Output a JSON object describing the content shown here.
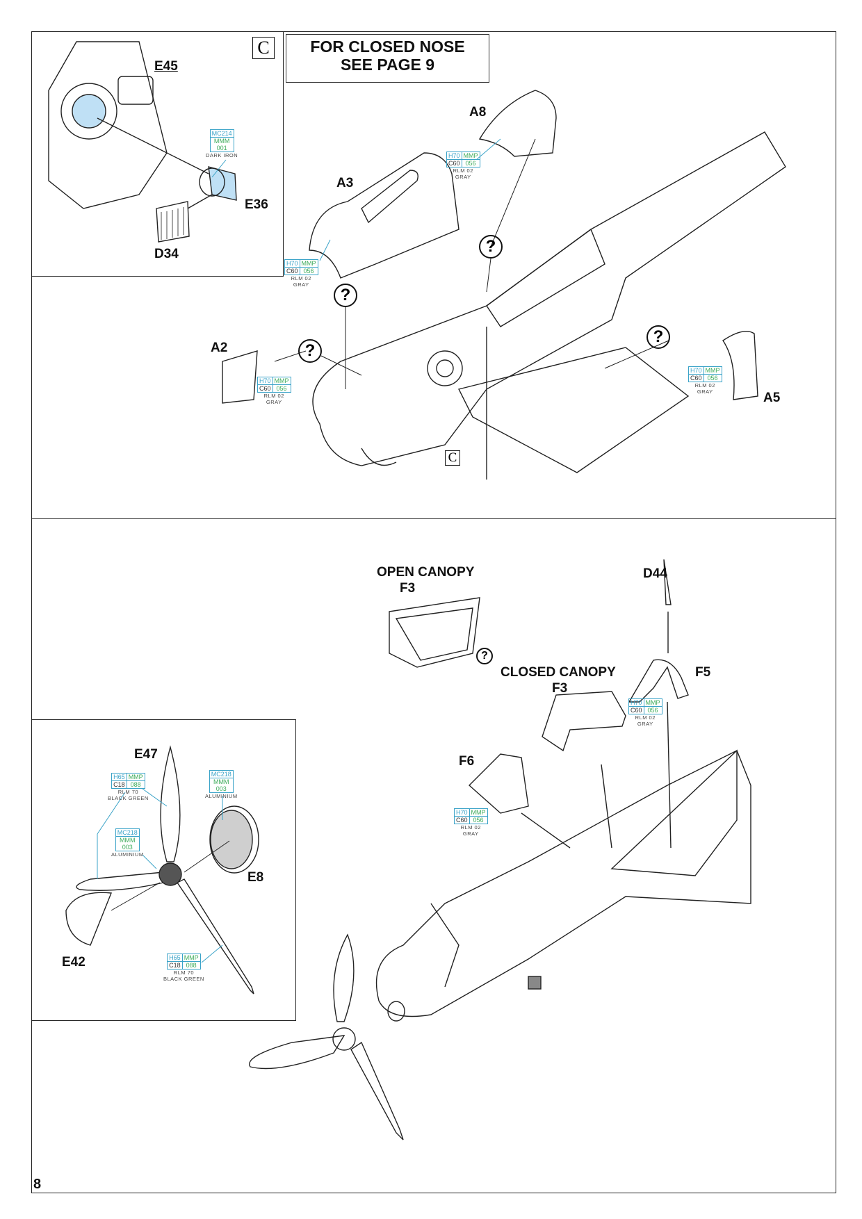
{
  "page_number": "8",
  "note": {
    "line1": "FOR CLOSED NOSE",
    "line2": "SEE PAGE 9"
  },
  "inset_marker": "C",
  "parts": {
    "E45": "E45",
    "E36": "E36",
    "D34": "D34",
    "A8": "A8",
    "A3": "A3",
    "A2": "A2",
    "A5": "A5",
    "D44": "D44",
    "F3_open": "F3",
    "F3_closed": "F3",
    "F5": "F5",
    "F6": "F6",
    "E47": "E47",
    "E8": "E8",
    "E42": "E42"
  },
  "headings": {
    "open_canopy": "OPEN CANOPY",
    "closed_canopy": "CLOSED CANOPY"
  },
  "callouts": {
    "dark_iron": {
      "a": "MC214",
      "b": "MMM",
      "c": "001",
      "name": "DARK IRON"
    },
    "rlm02": {
      "a": "H70",
      "b": "MMP",
      "c": "C60",
      "d": "056",
      "name1": "RLM 02",
      "name2": "GRAY"
    },
    "rlm70": {
      "a": "H65",
      "b": "MMP",
      "c": "C18",
      "d": "088",
      "name1": "RLM 70",
      "name2": "BLACK GREEN"
    },
    "aluminium": {
      "a": "MC218",
      "b": "MMM",
      "c": "003",
      "name": "ALUMINIUM"
    }
  },
  "question_mark": "?",
  "colors": {
    "callout_border": "#3aa3c8",
    "mmp_green": "#3dab5a",
    "glass_blue": "#bfe0f5",
    "aluminium_gray": "#cfcfcf"
  }
}
